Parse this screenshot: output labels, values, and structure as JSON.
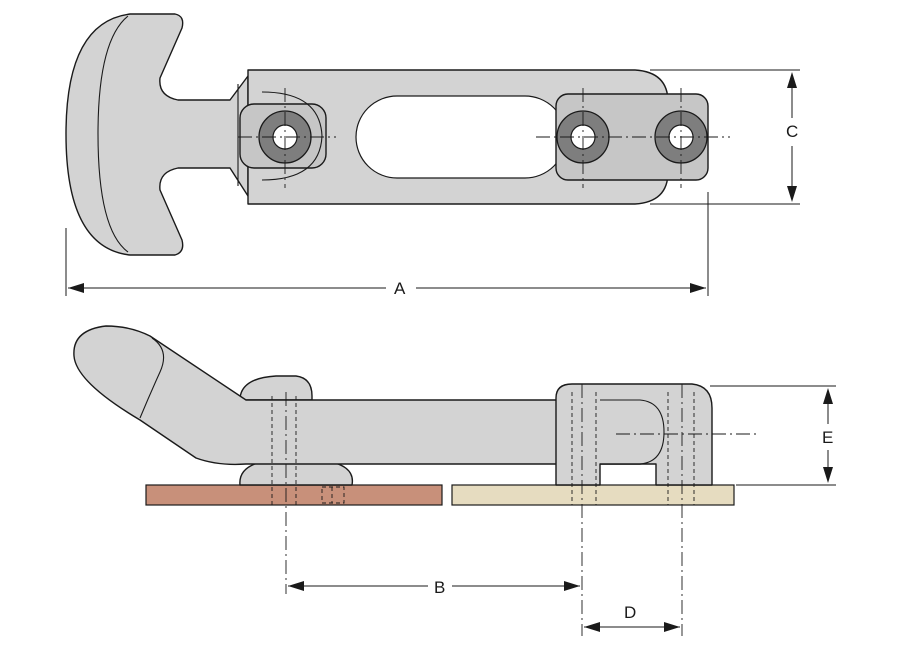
{
  "labels": {
    "a": "A",
    "b": "B",
    "c": "C",
    "d": "D",
    "e": "E"
  },
  "colors": {
    "part_fill": "#d3d3d3",
    "washer_fill": "#7e7e7e",
    "left_plate": "#c8907a",
    "right_plate": "#e6dcc0",
    "line": "#1a1a1a"
  }
}
